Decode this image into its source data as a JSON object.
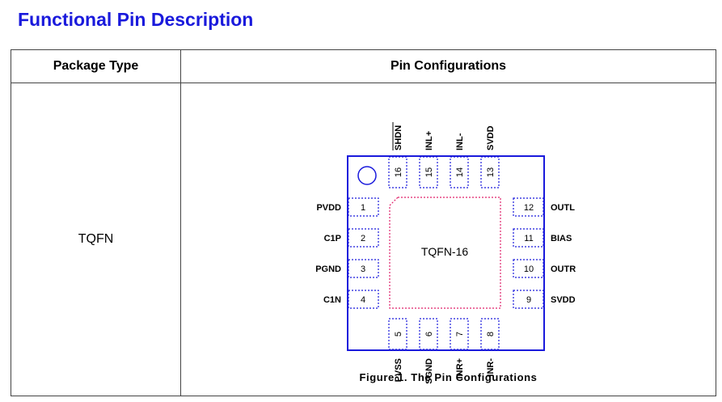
{
  "title": "Functional Pin Description",
  "table": {
    "header_package": "Package Type",
    "header_config": "Pin Configurations",
    "package_type": "TQFN"
  },
  "figure": {
    "package_label": "TQFN-16",
    "caption": "Figure 1. The Pin Configurations",
    "colors": {
      "outline": "#1a1adc",
      "pad_border": "#1a1adc",
      "thermal_pad": "#e0206a"
    },
    "pins": {
      "left": [
        {
          "num": "1",
          "name": "PVDD"
        },
        {
          "num": "2",
          "name": "C1P"
        },
        {
          "num": "3",
          "name": "PGND"
        },
        {
          "num": "4",
          "name": "C1N"
        }
      ],
      "bottom": [
        {
          "num": "5",
          "name": "PVSS"
        },
        {
          "num": "6",
          "name": "SGND"
        },
        {
          "num": "7",
          "name": "INR+"
        },
        {
          "num": "8",
          "name": "INR-"
        }
      ],
      "right": [
        {
          "num": "12",
          "name": "OUTL"
        },
        {
          "num": "11",
          "name": "BIAS"
        },
        {
          "num": "10",
          "name": "OUTR"
        },
        {
          "num": "9",
          "name": "SVDD"
        }
      ],
      "top": [
        {
          "num": "16",
          "name": "SHDN"
        },
        {
          "num": "15",
          "name": "INL+"
        },
        {
          "num": "14",
          "name": "INL-"
        },
        {
          "num": "13",
          "name": "SVDD"
        }
      ]
    }
  }
}
